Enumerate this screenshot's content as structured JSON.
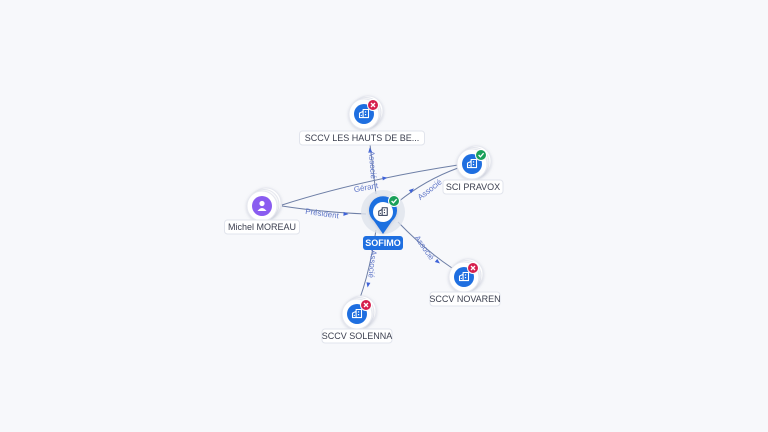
{
  "colors": {
    "company_blue": "#1f6fe0",
    "person_purple": "#8a5cf0",
    "active_green": "#1aa05a",
    "closed_red": "#d6204e",
    "edge_line": "#6e7fa6",
    "edge_text": "#5f76c8"
  },
  "icons": {
    "company": "building-icon",
    "person": "person-icon",
    "active": "check-badge-icon",
    "closed": "close-badge-icon"
  },
  "center": {
    "id": "sofimo",
    "label": "SOFIMO",
    "status": "active"
  },
  "nodes": [
    {
      "id": "hauts",
      "label": "SCCV LES HAUTS DE BE...",
      "type": "company",
      "status": "closed"
    },
    {
      "id": "pravox",
      "label": "SCI PRAVOX",
      "type": "company",
      "status": "active"
    },
    {
      "id": "moreau",
      "label": "Michel MOREAU",
      "type": "person",
      "status": "none"
    },
    {
      "id": "novaren",
      "label": "SCCV NOVAREN",
      "type": "company",
      "status": "closed"
    },
    {
      "id": "solenna",
      "label": "SCCV SOLENNA",
      "type": "company",
      "status": "closed"
    }
  ],
  "edges": [
    {
      "from": "sofimo",
      "to": "hauts",
      "label": "Associé"
    },
    {
      "from": "sofimo",
      "to": "pravox",
      "label": "Associé"
    },
    {
      "from": "moreau",
      "to": "pravox",
      "label": "Gérant"
    },
    {
      "from": "moreau",
      "to": "sofimo",
      "label": "Président"
    },
    {
      "from": "sofimo",
      "to": "novaren",
      "label": "Associé"
    },
    {
      "from": "sofimo",
      "to": "solenna",
      "label": "Associé"
    }
  ]
}
